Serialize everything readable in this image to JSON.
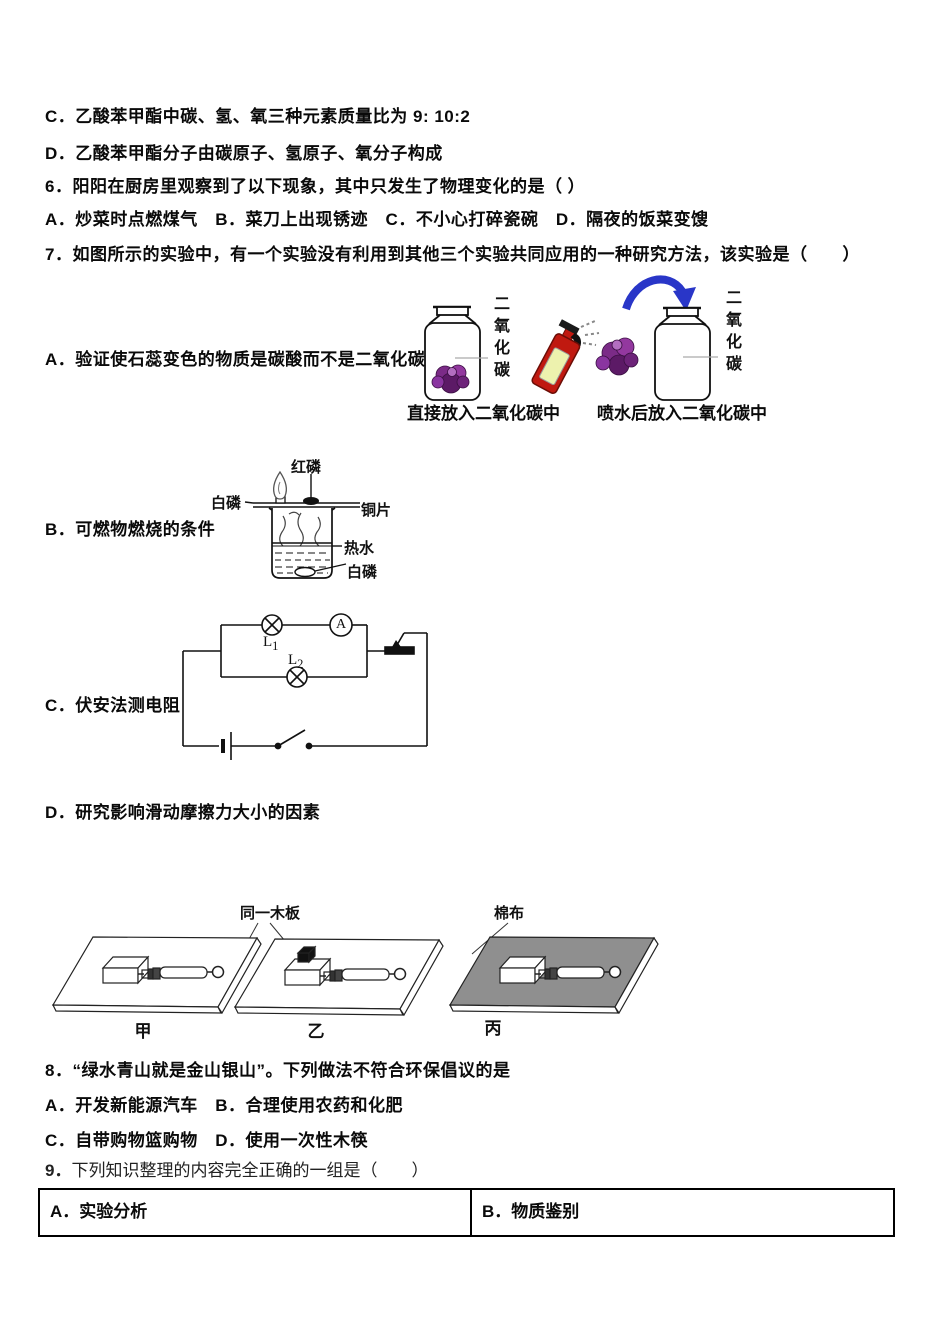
{
  "q5": {
    "option_c": "C．乙酸苯甲酯中碳、氢、氧三种元素质量比为 9: 10:2",
    "option_d": "D．乙酸苯甲酯分子由碳原子、氢原子、氧分子构成"
  },
  "q6": {
    "stem": "6．阳阳在厨房里观察到了以下现象，其中只发生了物理变化的是（ ）",
    "options_line": "A．炒菜时点燃煤气　B．菜刀上出现锈迹　C．不小心打碎瓷碗　D．隔夜的饭菜变馊"
  },
  "q7": {
    "stem": "7．如图所示的实验中，有一个实验没有利用到其他三个实验共同应用的一种研究方法，该实验是（　　）",
    "option_a": "A．验证使石蕊变色的物质是碳酸而不是二氧化碳",
    "option_b": "B．可燃物燃烧的条件",
    "option_c": "C．伏安法测电阻",
    "option_d": "D．研究影响滑动摩擦力大小的因素",
    "diagram_a": {
      "jar1_label": "二氧化碳",
      "jar2_label": "二氧化碳",
      "caption1": "直接放入二氧化碳中",
      "caption2": "喷水后放入二氧化碳中"
    },
    "diagram_b": {
      "red_phosphorus": "红磷",
      "white_phosphorus_top": "白磷",
      "copper_sheet": "铜片",
      "hot_water": "热水",
      "white_phosphorus_bottom": "白磷"
    },
    "diagram_c": {
      "lamp1": {
        "sym": "L",
        "sub": "1"
      },
      "lamp2": {
        "sym": "L",
        "sub": "2"
      },
      "ammeter": "A"
    },
    "diagram_d": {
      "same_board": "同一木板",
      "cotton_cloth": "棉布",
      "board1": "甲",
      "board2": "乙",
      "board3": "丙"
    }
  },
  "q8": {
    "stem": "8．“绿水青山就是金山银山”。下列做法不符合环保倡议的是",
    "options_ab": "A．开发新能源汽车　B．合理使用农药和化肥",
    "options_cd": "C．自带购物篮购物　D．使用一次性木筷"
  },
  "q9": {
    "num": "9．",
    "stem": "下列知识整理的内容完全正确的一组是（　　）"
  },
  "table": {
    "cell_a": "A．实验分析",
    "cell_b": "B．物质鉴别"
  },
  "colors": {
    "flower_purple": "#7b2b87",
    "spray_red": "#c01910",
    "arrow_blue": "#2936c8",
    "cotton_gray": "#8f8f8f"
  }
}
